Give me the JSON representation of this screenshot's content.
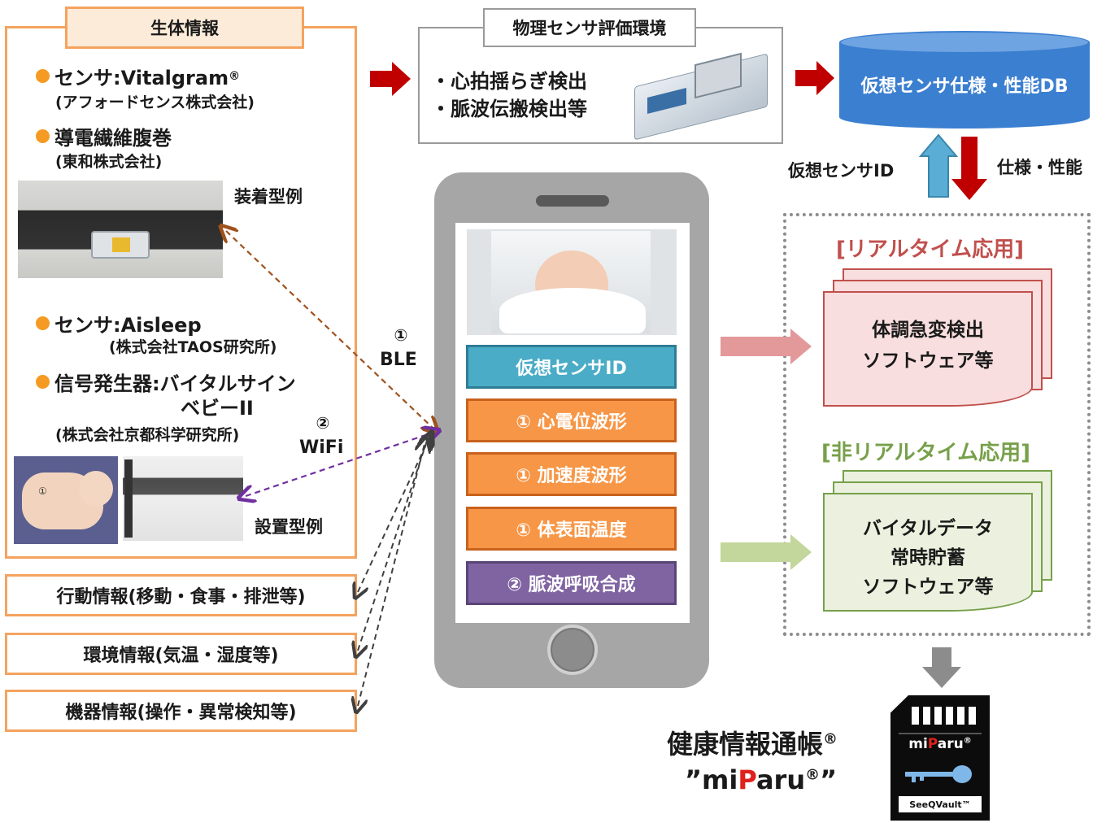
{
  "bio": {
    "title": "生体情報",
    "item1_main": "センサ:Vitalgram",
    "item1_reg": "®",
    "item1_sub": "(アフォードセンス株式会社)",
    "item2_main": "導電繊維腹巻",
    "item2_sub": "(東和株式会社)",
    "wear_label": "装着型例",
    "item3_main": "センサ:Aisleep",
    "item3_sub": "(株式会社TAOS研究所)",
    "item4_main": "信号発生器:バイタルサイン",
    "item4_main2": "ベビーII",
    "item4_sub": "(株式会社京都科学研究所)",
    "install_label": "設置型例",
    "baby_marker": "①"
  },
  "conn": {
    "ble_num": "①",
    "ble_label": "BLE",
    "wifi_num": "②",
    "wifi_label": "WiFi"
  },
  "info_boxes": [
    {
      "label": "行動情報(移動・食事・排泄等)"
    },
    {
      "label": "環境情報(気温・湿度等)"
    },
    {
      "label": "機器情報(操作・異常検知等)"
    }
  ],
  "physical": {
    "title": "物理センサ評価環境",
    "line1": "・心拍揺らぎ検出",
    "line2": "・脈波伝搬検出等"
  },
  "db": {
    "label": "仮想センサ仕様・性能DB"
  },
  "flow": {
    "up_label": "仮想センサID",
    "down_label": "仕様・性能"
  },
  "phone": {
    "buttons": [
      {
        "label": "仮想センサID",
        "color": "#4aacc6",
        "border": "#2e7d96"
      },
      {
        "label": "① 心電位波形",
        "color": "#f79646",
        "border": "#c8621c"
      },
      {
        "label": "① 加速度波形",
        "color": "#f79646",
        "border": "#c8621c"
      },
      {
        "label": "① 体表面温度",
        "color": "#f79646",
        "border": "#c8621c"
      },
      {
        "label": "② 脈波呼吸合成",
        "color": "#8064a2",
        "border": "#5a4578"
      }
    ]
  },
  "realtime": {
    "title": "[リアルタイム応用]",
    "doc_line1": "体調急変検出",
    "doc_line2": "ソフトウェア等",
    "color": "#c0504d"
  },
  "nonrealtime": {
    "title": "[非リアルタイム応用]",
    "doc_line1": "バイタルデータ",
    "doc_line2": "常時貯蓄",
    "doc_line3": "ソフトウェア等",
    "color": "#77a04a"
  },
  "miparu": {
    "title_main": "健康情報通帳",
    "title_reg": "®",
    "quote_open": "”",
    "name_mi": "mi",
    "name_p": "P",
    "name_aru": "aru",
    "name_reg": "®",
    "quote_close": "”",
    "card_brand_mi": "mi",
    "card_brand_p": "P",
    "card_brand_aru": "aru",
    "card_brand_reg": "®",
    "card_footer": "SeeQVault™"
  }
}
